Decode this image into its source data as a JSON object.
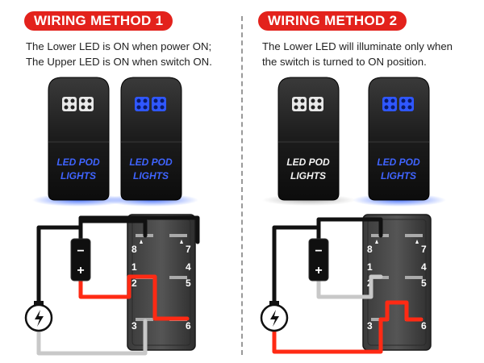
{
  "method1": {
    "title": "WIRING METHOD 1",
    "desc_line1": "The Lower LED is ON when power ON;",
    "desc_line2": "The Upper LED is ON when switch ON.",
    "switch_off": {
      "line1": "LED POD",
      "line2": "LIGHTS"
    },
    "switch_on": {
      "line1": "LED POD",
      "line2": "LIGHTS"
    },
    "pins": {
      "p8": "8",
      "p7": "7",
      "p1": "1",
      "p4": "4",
      "p2": "2",
      "p5": "5",
      "p3": "3",
      "p6": "6"
    },
    "fuse_minus": "−",
    "fuse_plus": "+"
  },
  "method2": {
    "title": "WIRING METHOD 2",
    "desc_line1": "The Lower LED will illuminate only when",
    "desc_line2": "the switch is turned to ON position.",
    "switch_off": {
      "line1": "LED POD",
      "line2": "LIGHTS"
    },
    "switch_on": {
      "line1": "LED POD",
      "line2": "LIGHTS"
    },
    "pins": {
      "p8": "8",
      "p7": "7",
      "p1": "1",
      "p4": "4",
      "p2": "2",
      "p5": "5",
      "p3": "3",
      "p6": "6"
    },
    "fuse_minus": "−",
    "fuse_plus": "+"
  },
  "colors": {
    "accent_red": "#e3221c",
    "led_blue": "#2f57ff",
    "wire_red": "#ff2a14",
    "wire_black": "#111111",
    "wire_gray": "#c8c8c8"
  }
}
